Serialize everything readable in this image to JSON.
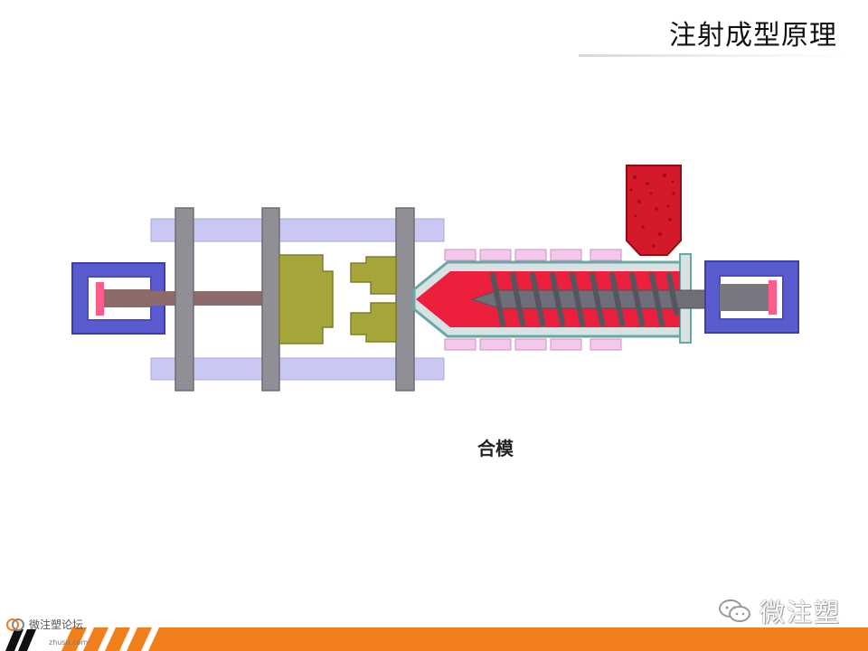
{
  "header": {
    "title": "注射成型原理"
  },
  "diagram": {
    "caption": "合模",
    "colors": {
      "tie_bar": "#c8c8f2",
      "platen": "#8f8f95",
      "cylinder_housing": "#7f4949",
      "clamp_housing": "#5b5bd0",
      "mold": "#a7a63a",
      "melt": "#ec1f3c",
      "barrel_outline": "#6aa7a7",
      "barrel_fill": "#d7e3e3",
      "heater_band": "#f4c8ea",
      "screw": "#6f6f7a",
      "hopper": "#d41a2a"
    }
  },
  "watermarks": {
    "forum_name": "微注塑论坛",
    "forum_url": "zhusu.com",
    "wechat_name": "微注塑"
  },
  "footer": {
    "accent_color": "#f07f1c"
  }
}
